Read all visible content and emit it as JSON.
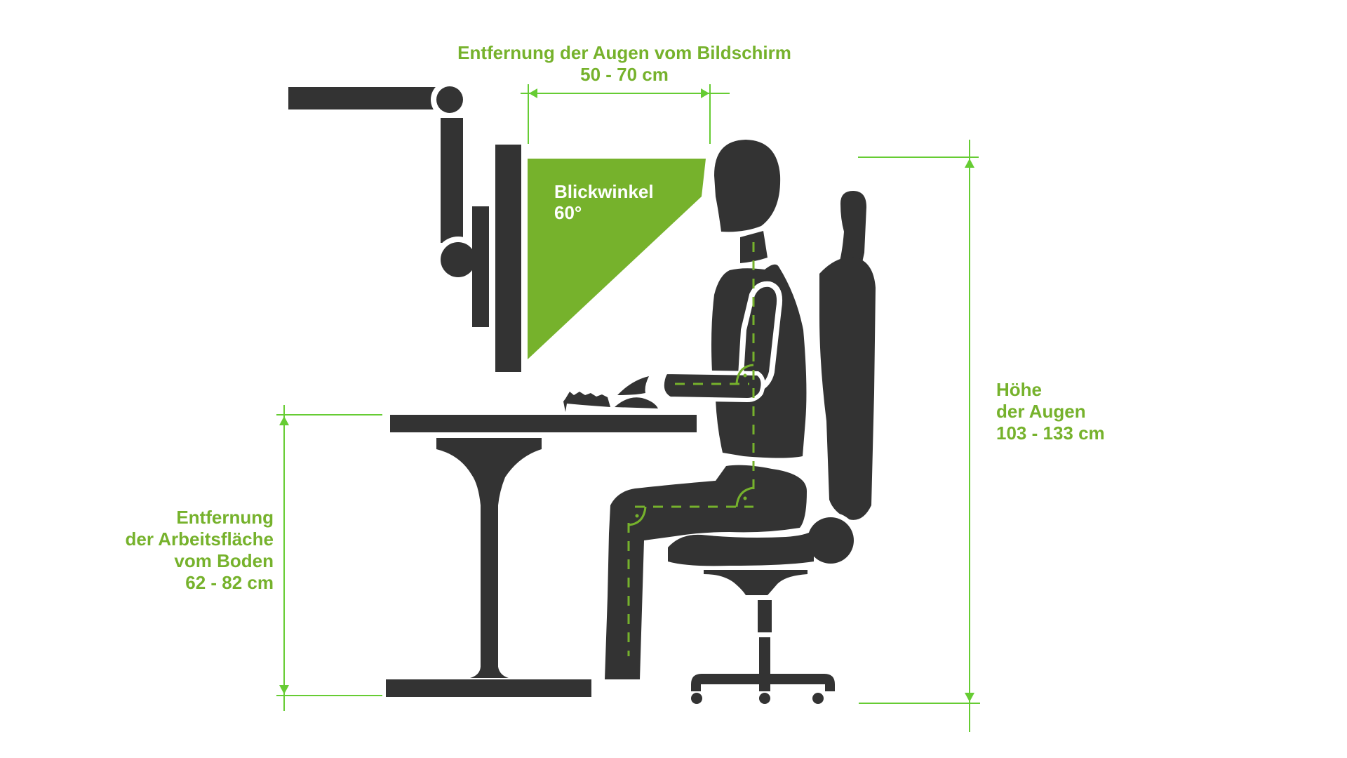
{
  "diagram": {
    "subject": "ergonomic-workstation-setup",
    "colors": {
      "figure": "#333333",
      "accent_fill": "#76b22c",
      "dimension_line": "#66cc33",
      "label_text": "#76b22c",
      "background": "#ffffff"
    }
  },
  "labels": {
    "eye_distance": {
      "title": "Entfernung der Augen vom Bildschirm",
      "value": "50 - 70 cm"
    },
    "viewing_angle": {
      "title": "Blickwinkel",
      "value": "60°"
    },
    "eye_height": {
      "line1": "Höhe",
      "line2": "der Augen",
      "value": "103 - 133 cm"
    },
    "desk_height": {
      "line1": "Entfernung",
      "line2": "der Arbeitsfläche",
      "line3": "vom Boden",
      "value": "62 - 82 cm"
    }
  },
  "elements": {
    "monitor_arm": "monitor-arm",
    "monitor": "monitor",
    "viewing_cone": "viewing-angle-triangle",
    "person": "seated-person",
    "desk": "desk",
    "keyboard": "keyboard",
    "mouse": "mouse",
    "chair": "office-chair",
    "right_angle_markers": [
      "elbow-90",
      "hip-90",
      "knee-90"
    ]
  }
}
